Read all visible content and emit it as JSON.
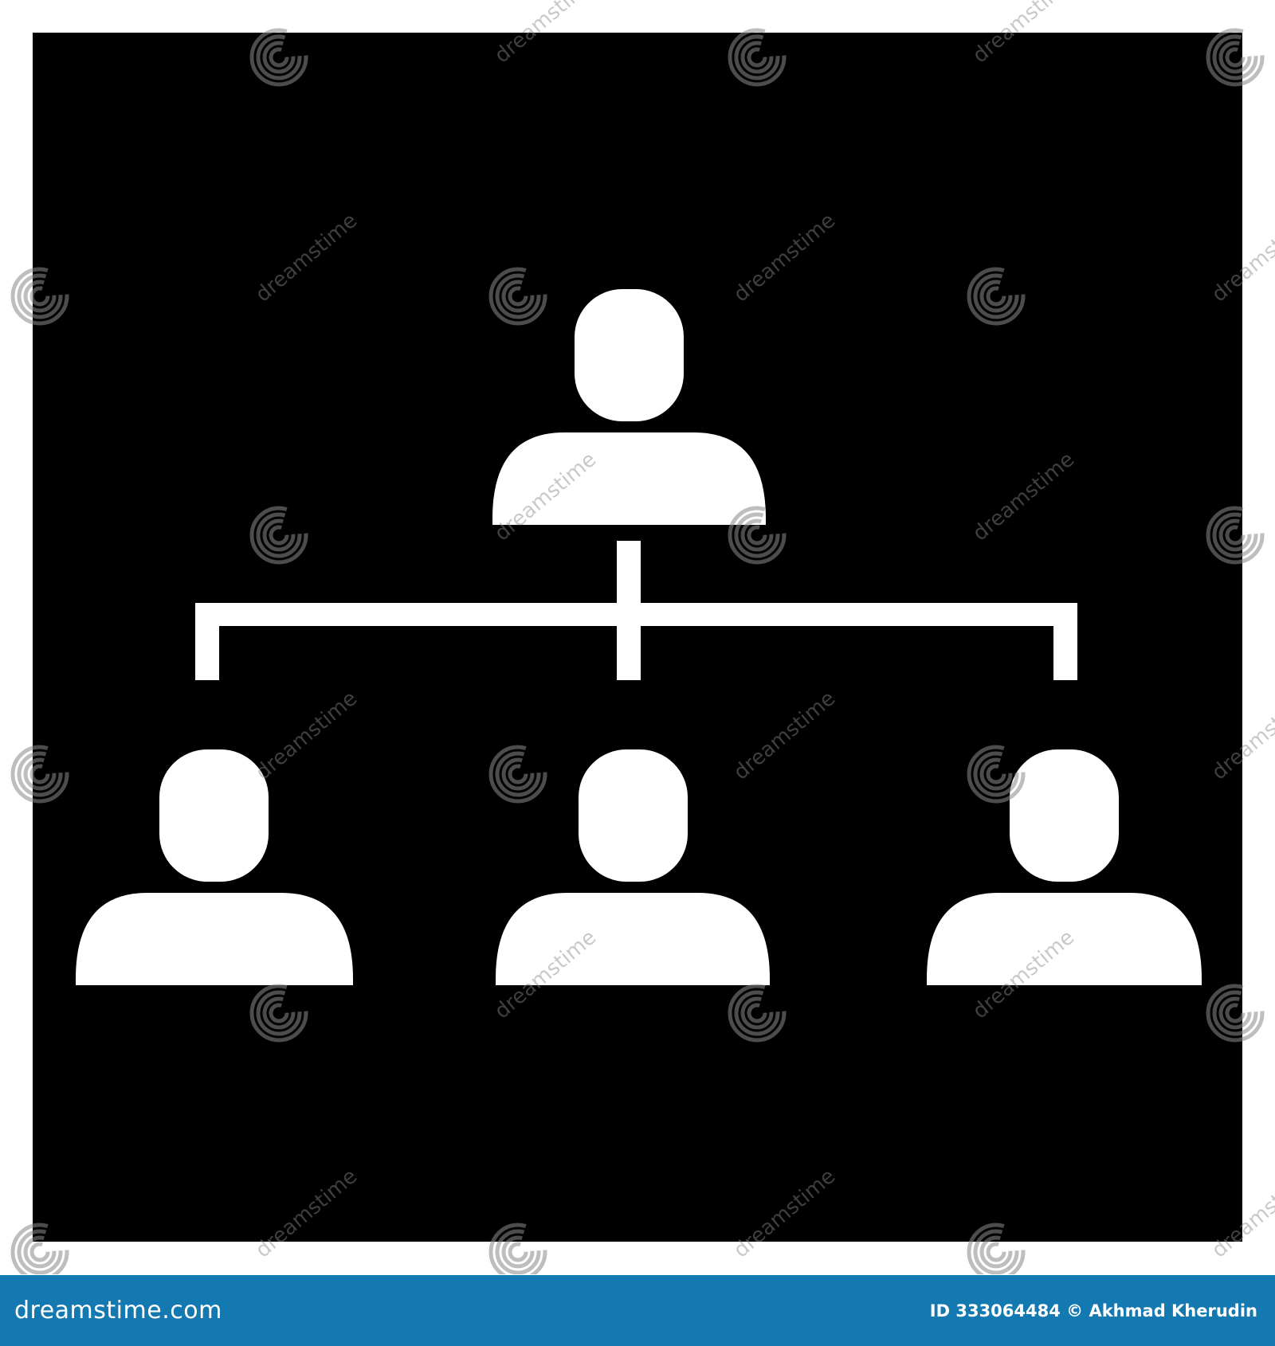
{
  "image": {
    "background_color": "#000000",
    "figure_color": "#ffffff",
    "frame_color": "#ffffff",
    "watermark_color": "#8a8a8a"
  },
  "diagram": {
    "type": "organization-hierarchy",
    "top_node": {
      "icon": "person-icon"
    },
    "child_nodes": [
      {
        "icon": "person-icon"
      },
      {
        "icon": "person-icon"
      },
      {
        "icon": "person-icon"
      }
    ]
  },
  "watermark": {
    "text": "dreamstime",
    "icon": "spiral-logo-icon"
  },
  "footer": {
    "background_color": "#1479b0",
    "logo_text": "dreamstime.com",
    "id_label": "ID 333064484",
    "copyright_symbol": "©",
    "author": "Akhmad Kherudin"
  }
}
